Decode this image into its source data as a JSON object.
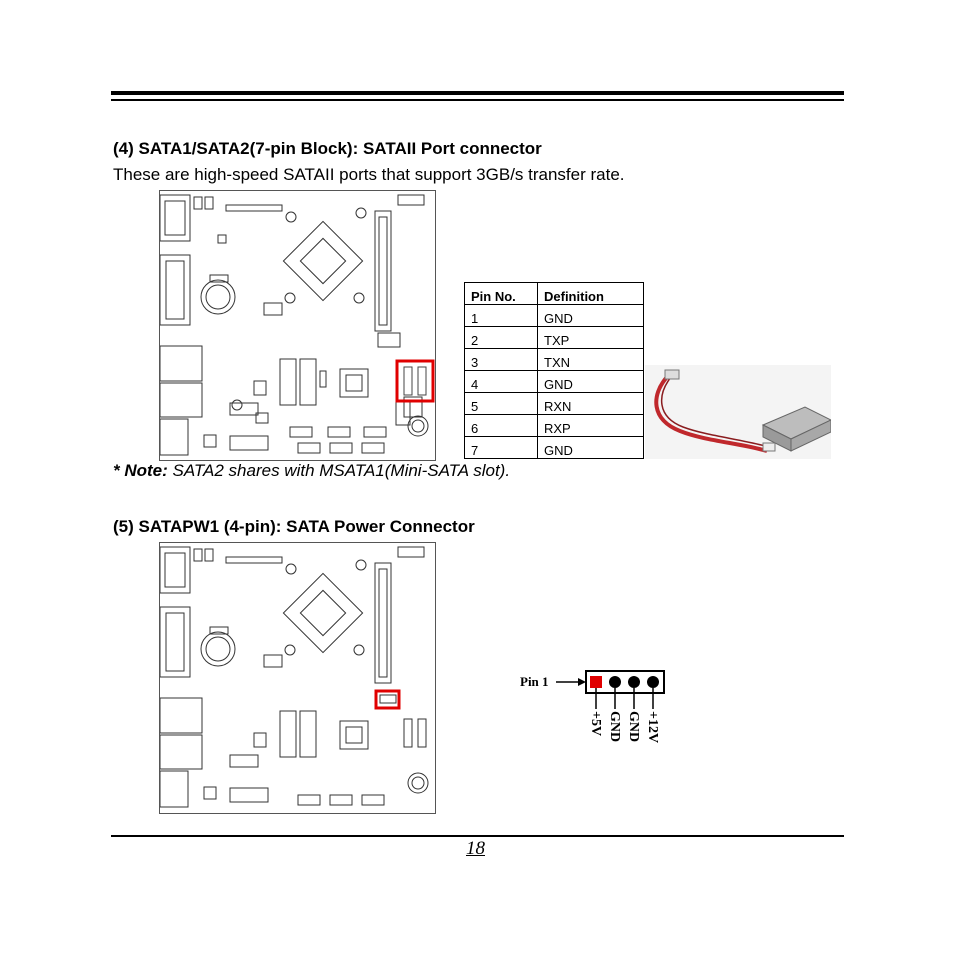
{
  "section4": {
    "heading": "(4) SATA1/SATA2(7-pin Block): SATAII Port connector",
    "description": "These are high-speed SATAII ports that support 3GB/s transfer rate.",
    "table": {
      "headers": [
        "Pin No.",
        "Definition"
      ],
      "rows": [
        [
          "1",
          "GND"
        ],
        [
          "2",
          "TXP"
        ],
        [
          "3",
          "TXN"
        ],
        [
          "4",
          "GND"
        ],
        [
          "5",
          "RXN"
        ],
        [
          "6",
          "RXP"
        ],
        [
          "7",
          "GND"
        ]
      ]
    },
    "note_prefix": "* Note:",
    "note_text": " SATA2 shares with MSATA1(Mini-SATA slot)."
  },
  "section5": {
    "heading": "(5) SATAPW1 (4-pin): SATA Power Connector",
    "pin_label": "Pin 1",
    "pins": [
      "+5V",
      "GND",
      "GND",
      "+12V"
    ]
  },
  "colors": {
    "highlight": "#e00000",
    "cable": "#c0282c"
  },
  "page_number": "18"
}
